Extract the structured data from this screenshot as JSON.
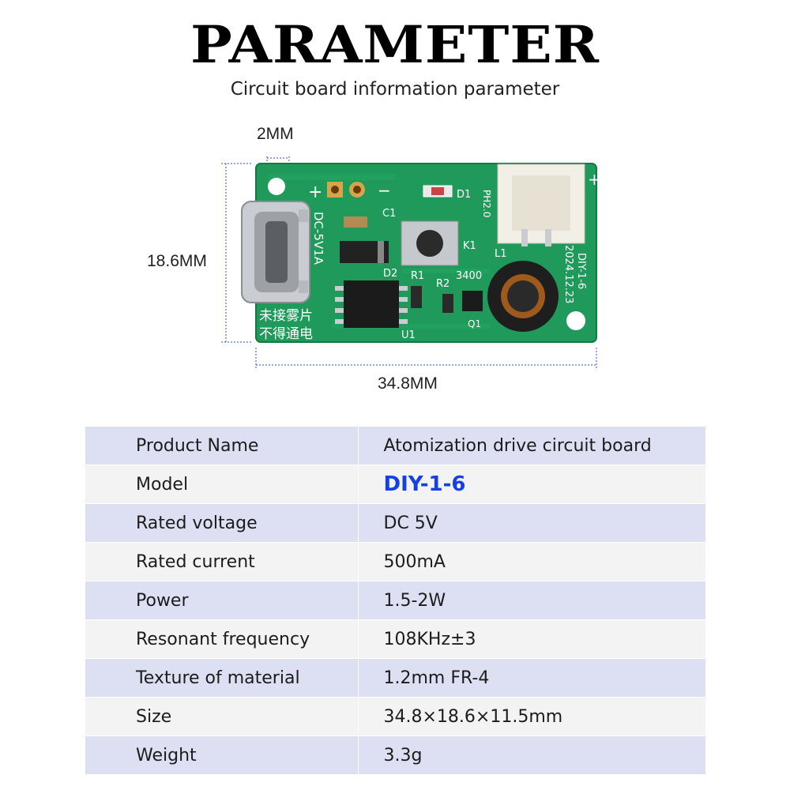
{
  "header": {
    "title": "PARAMETER",
    "subtitle": "Circuit board information parameter"
  },
  "dimensions": {
    "hole_width": "2MM",
    "height": "18.6MM",
    "width": "34.8MM"
  },
  "board": {
    "silkscreen": {
      "dc_label": "DC-5V1A",
      "c1": "C1",
      "d1": "D1",
      "d2": "D2",
      "ph": "PH2.0",
      "k1": "K1",
      "l1": "L1",
      "r1": "R1",
      "r2": "R2",
      "r2_value": "3400",
      "u1": "U1",
      "q1": "Q1",
      "model_mark": "DIY-1-6",
      "date_mark": "2024.12.23",
      "warning_line1": "未接雾片",
      "warning_line2": "不得通电",
      "plus": "+",
      "minus": "−"
    }
  },
  "colors": {
    "pcb_green": "#1f9a5a",
    "highlight_blue": "#1540e6",
    "row_odd": "#dde0f3",
    "row_even": "#f3f3f3"
  },
  "parameters": [
    {
      "label": "Product Name",
      "value": "Atomization drive circuit board"
    },
    {
      "label": "Model",
      "value": "DIY-1-6"
    },
    {
      "label": "Rated voltage",
      "value": "DC 5V"
    },
    {
      "label": "Rated current",
      "value": "500mA"
    },
    {
      "label": "Power",
      "value": "1.5-2W"
    },
    {
      "label": "Resonant frequency",
      "value": "108KHz±3"
    },
    {
      "label": "Texture of material",
      "value": "1.2mm FR-4"
    },
    {
      "label": "Size",
      "value": "34.8×18.6×11.5mm"
    },
    {
      "label": "Weight",
      "value": "3.3g"
    }
  ]
}
